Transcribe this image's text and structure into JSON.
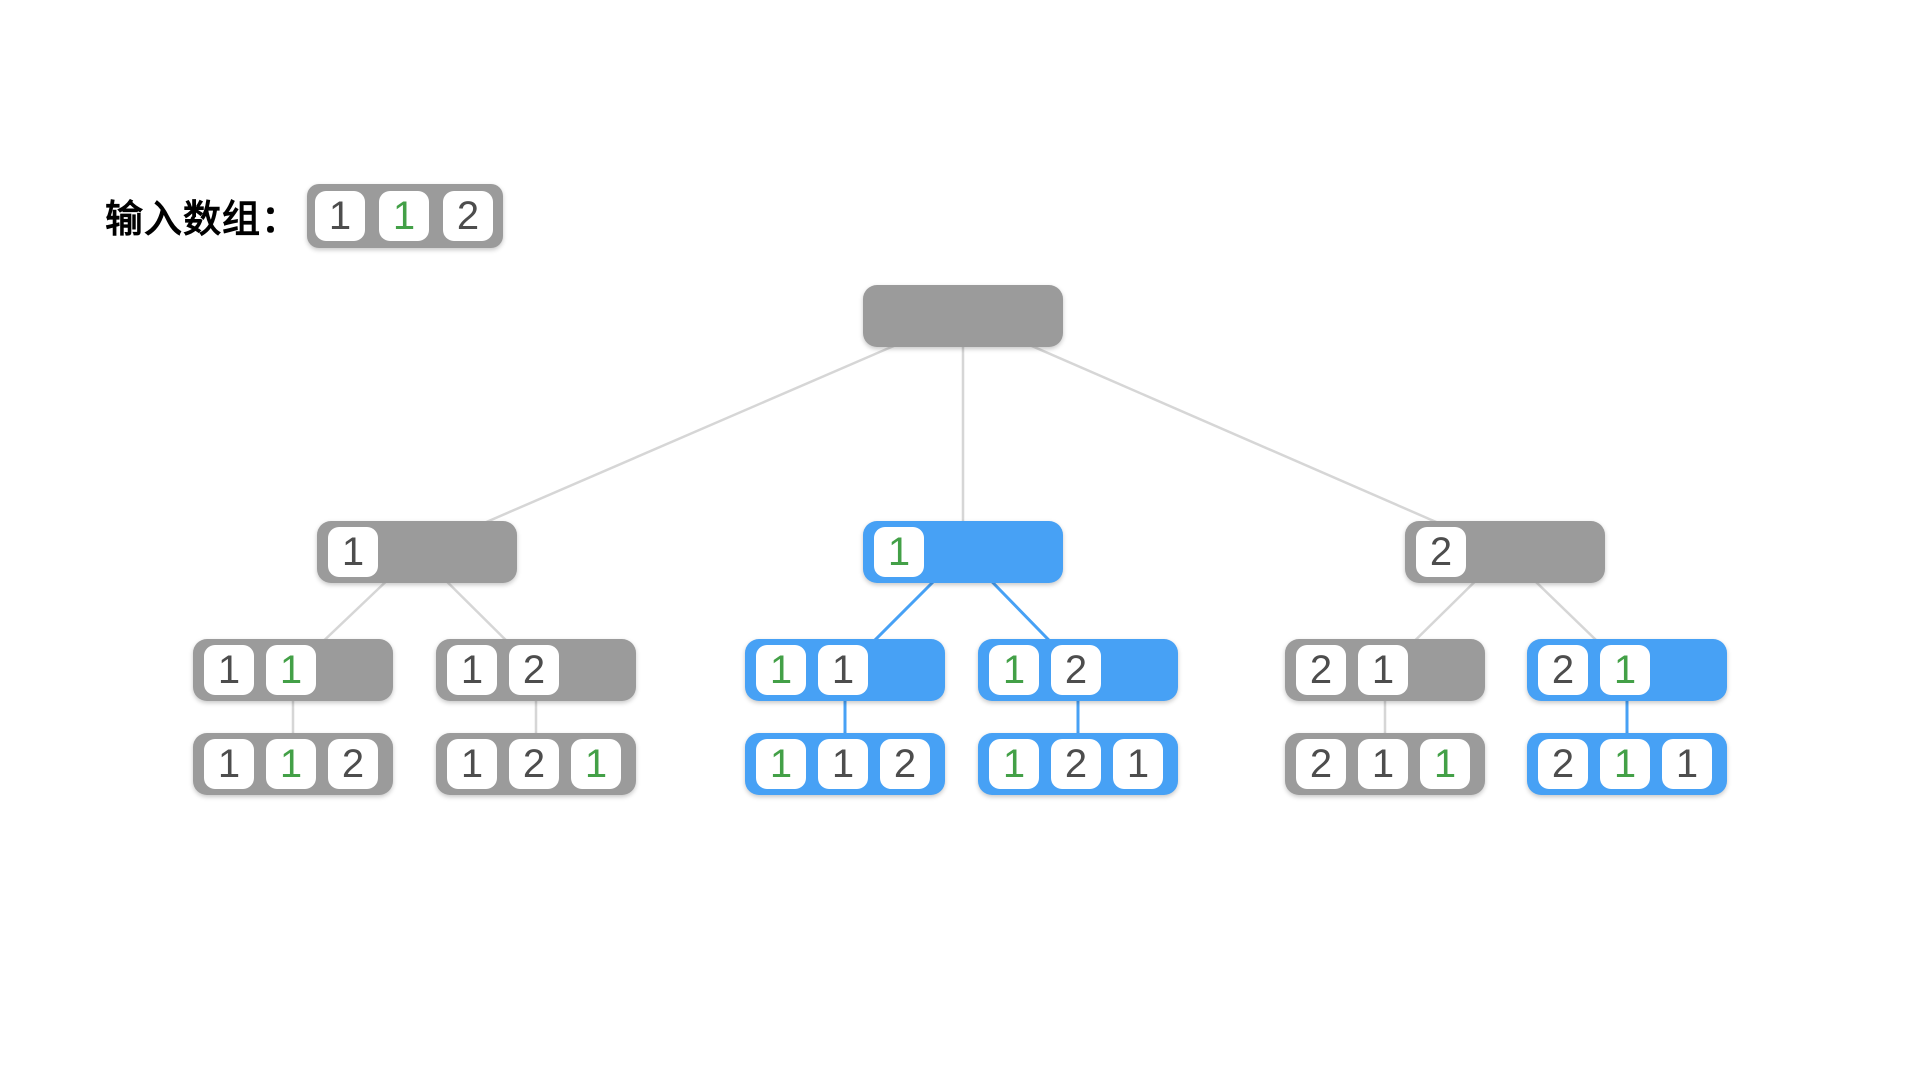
{
  "title": {
    "label": "输入数组："
  },
  "input_array": {
    "cells": [
      {
        "value": "1",
        "color": "dark"
      },
      {
        "value": "1",
        "color": "green"
      },
      {
        "value": "2",
        "color": "dark"
      }
    ]
  },
  "colors": {
    "node_gray": "#9b9b9b",
    "node_blue": "#47a1f5",
    "edge_gray": "#d6d6d6",
    "edge_blue": "#47a1f5",
    "digit_dark": "#4d4d4d",
    "digit_green": "#43a047",
    "cell_bg": "#ffffff",
    "page_bg": "#ffffff",
    "label_color": "#000000"
  },
  "tree": {
    "root": {
      "variant": "gray",
      "cells": []
    },
    "level1": [
      {
        "variant": "gray",
        "cells": [
          {
            "value": "1",
            "color": "dark"
          }
        ]
      },
      {
        "variant": "blue",
        "cells": [
          {
            "value": "1",
            "color": "green"
          }
        ]
      },
      {
        "variant": "gray",
        "cells": [
          {
            "value": "2",
            "color": "dark"
          }
        ]
      }
    ],
    "level2": [
      {
        "variant": "gray",
        "cells": [
          {
            "value": "1",
            "color": "dark"
          },
          {
            "value": "1",
            "color": "green"
          }
        ]
      },
      {
        "variant": "gray",
        "cells": [
          {
            "value": "1",
            "color": "dark"
          },
          {
            "value": "2",
            "color": "dark"
          }
        ]
      },
      {
        "variant": "blue",
        "cells": [
          {
            "value": "1",
            "color": "green"
          },
          {
            "value": "1",
            "color": "dark"
          }
        ]
      },
      {
        "variant": "blue",
        "cells": [
          {
            "value": "1",
            "color": "green"
          },
          {
            "value": "2",
            "color": "dark"
          }
        ]
      },
      {
        "variant": "gray",
        "cells": [
          {
            "value": "2",
            "color": "dark"
          },
          {
            "value": "1",
            "color": "dark"
          }
        ]
      },
      {
        "variant": "blue",
        "cells": [
          {
            "value": "2",
            "color": "dark"
          },
          {
            "value": "1",
            "color": "green"
          }
        ]
      }
    ],
    "level3": [
      {
        "variant": "gray",
        "cells": [
          {
            "value": "1",
            "color": "dark"
          },
          {
            "value": "1",
            "color": "green"
          },
          {
            "value": "2",
            "color": "dark"
          }
        ]
      },
      {
        "variant": "gray",
        "cells": [
          {
            "value": "1",
            "color": "dark"
          },
          {
            "value": "2",
            "color": "dark"
          },
          {
            "value": "1",
            "color": "green"
          }
        ]
      },
      {
        "variant": "blue",
        "cells": [
          {
            "value": "1",
            "color": "green"
          },
          {
            "value": "1",
            "color": "dark"
          },
          {
            "value": "2",
            "color": "dark"
          }
        ]
      },
      {
        "variant": "blue",
        "cells": [
          {
            "value": "1",
            "color": "green"
          },
          {
            "value": "2",
            "color": "dark"
          },
          {
            "value": "1",
            "color": "dark"
          }
        ]
      },
      {
        "variant": "gray",
        "cells": [
          {
            "value": "2",
            "color": "dark"
          },
          {
            "value": "1",
            "color": "dark"
          },
          {
            "value": "1",
            "color": "green"
          }
        ]
      },
      {
        "variant": "blue",
        "cells": [
          {
            "value": "2",
            "color": "dark"
          },
          {
            "value": "1",
            "color": "green"
          },
          {
            "value": "1",
            "color": "dark"
          }
        ]
      }
    ]
  }
}
